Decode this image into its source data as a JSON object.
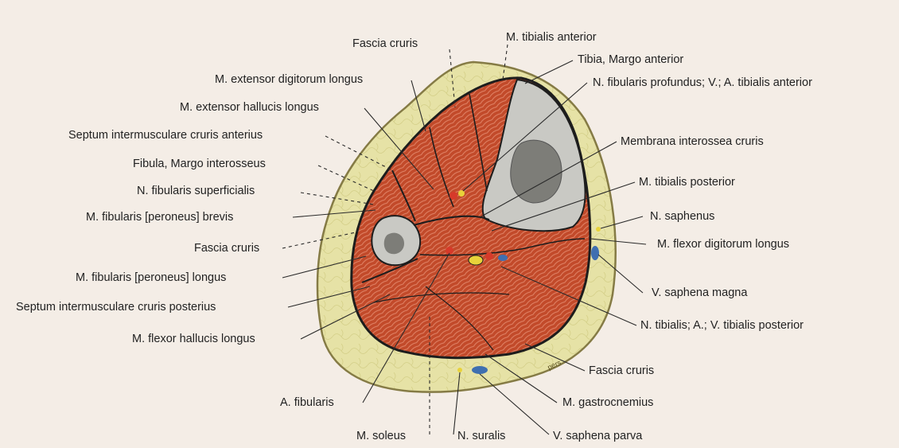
{
  "colors": {
    "background": "#f4ede6",
    "subcutaneous_fat": "#e6e2a6",
    "skin_outline": "#857b45",
    "muscle": "#c24a2a",
    "fascia": "#1d1d1d",
    "bone": "#c9c9c4",
    "artery": "#d63a2a",
    "vein": "#3f6fb0",
    "nerve": "#e8d23a"
  },
  "labels": {
    "fascia_cruris_top": "Fascia cruris",
    "tibialis_anterior": "M. tibialis anterior",
    "tibia_margo_anterior": "Tibia, Margo anterior",
    "extensor_digitorum_longus": "M. extensor digitorum longus",
    "fibularis_profundus": "N. fibularis profundus; V.; A. tibialis anterior",
    "extensor_hallucis_longus": "M. extensor hallucis longus",
    "septum_anterius": "Septum intermusculare cruris anterius",
    "membrana_interossea": "Membrana interossea cruris",
    "fibula_margo": "Fibula, Margo interosseus",
    "tibialis_posterior": "M. tibialis posterior",
    "fibularis_superficialis": "N. fibularis superficialis",
    "saphenus": "N. saphenus",
    "fibularis_brevis": "M. fibularis [peroneus] brevis",
    "flexor_digitorum_longus": "M. flexor digitorum longus",
    "fascia_cruris_left": "Fascia cruris",
    "fibularis_longus": "M. fibularis [peroneus] longus",
    "saphena_magna": "V. saphena magna",
    "septum_posterius": "Septum intermusculare cruris posterius",
    "tibialis_posterior_vessels": "N. tibialis; A.; V. tibialis posterior",
    "flexor_hallucis_longus": "M. flexor hallucis longus",
    "fascia_cruris_bottom": "Fascia cruris",
    "a_fibularis": "A. fibularis",
    "gastrocnemius": "M. gastrocnemius",
    "soleus": "M. soleus",
    "suralis": "N. suralis",
    "saphena_parva": "V. saphena parva"
  }
}
